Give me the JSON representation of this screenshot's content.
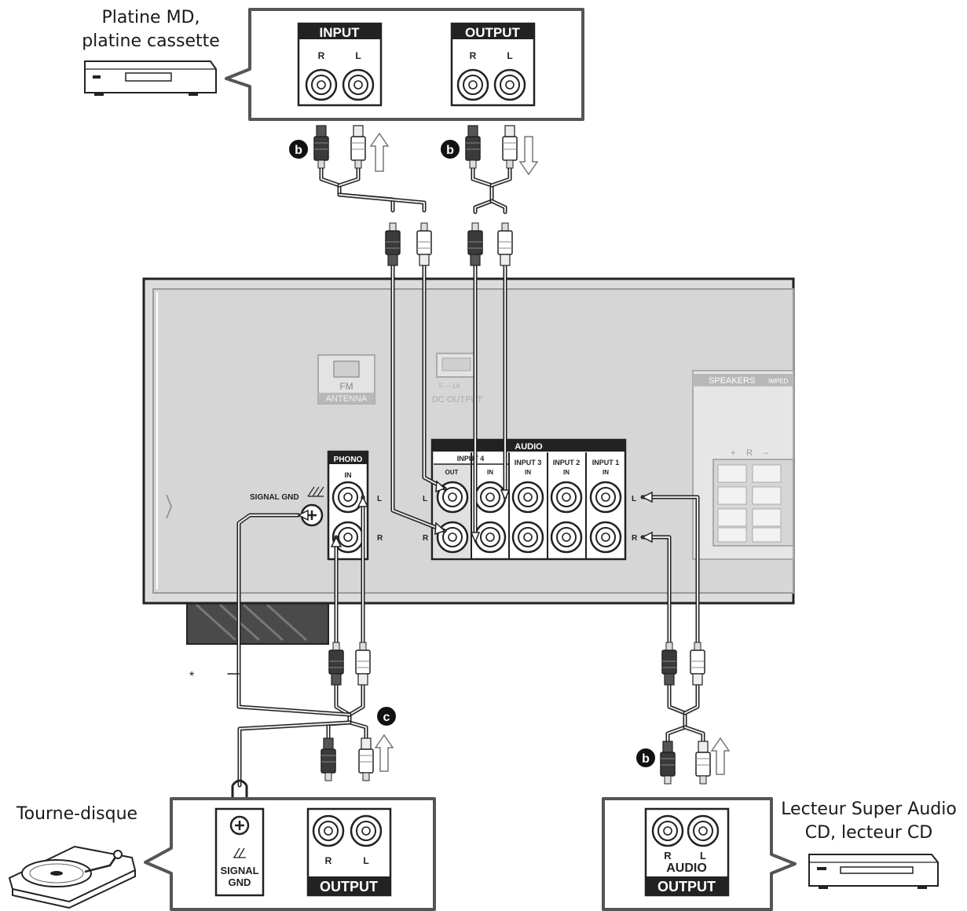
{
  "devices": {
    "md_deck": {
      "label_line1": "Platine MD,",
      "label_line2": "platine cassette"
    },
    "turntable": {
      "label": "Tourne-disque"
    },
    "cd_player": {
      "label_line1": "Lecteur Super Audio",
      "label_line2": "CD, lecteur CD"
    }
  },
  "md_panel": {
    "input_title": "INPUT",
    "output_title": "OUTPUT",
    "r": "R",
    "l": "L"
  },
  "receiver": {
    "fm_label": "FM",
    "antenna_label": "ANTENNA",
    "usb_line1": "5 --- 1A",
    "usb_line2": "DC OUTPUT",
    "speakers_label": "SPEAKERS",
    "speakers_impedance": "IMPED",
    "signal_gnd": "SIGNAL GND",
    "phono_title": "PHONO",
    "in": "IN",
    "l": "L",
    "r": "R",
    "audio_title": "AUDIO",
    "input4": "INPUT 4",
    "out": "OUT",
    "input3": "INPUT 3",
    "input2": "INPUT 2",
    "input1": "INPUT 1",
    "speaker_plus": "+",
    "speaker_r": "R",
    "speaker_minus": "–"
  },
  "turntable_panel": {
    "signal": "SIGNAL",
    "gnd": "GND",
    "output": "OUTPUT",
    "r": "R",
    "l": "L"
  },
  "cd_panel": {
    "r": "R",
    "l": "L",
    "audio": "AUDIO",
    "output": "OUTPUT"
  },
  "callouts": {
    "b": "b",
    "c": "c",
    "asterisk": "*"
  }
}
